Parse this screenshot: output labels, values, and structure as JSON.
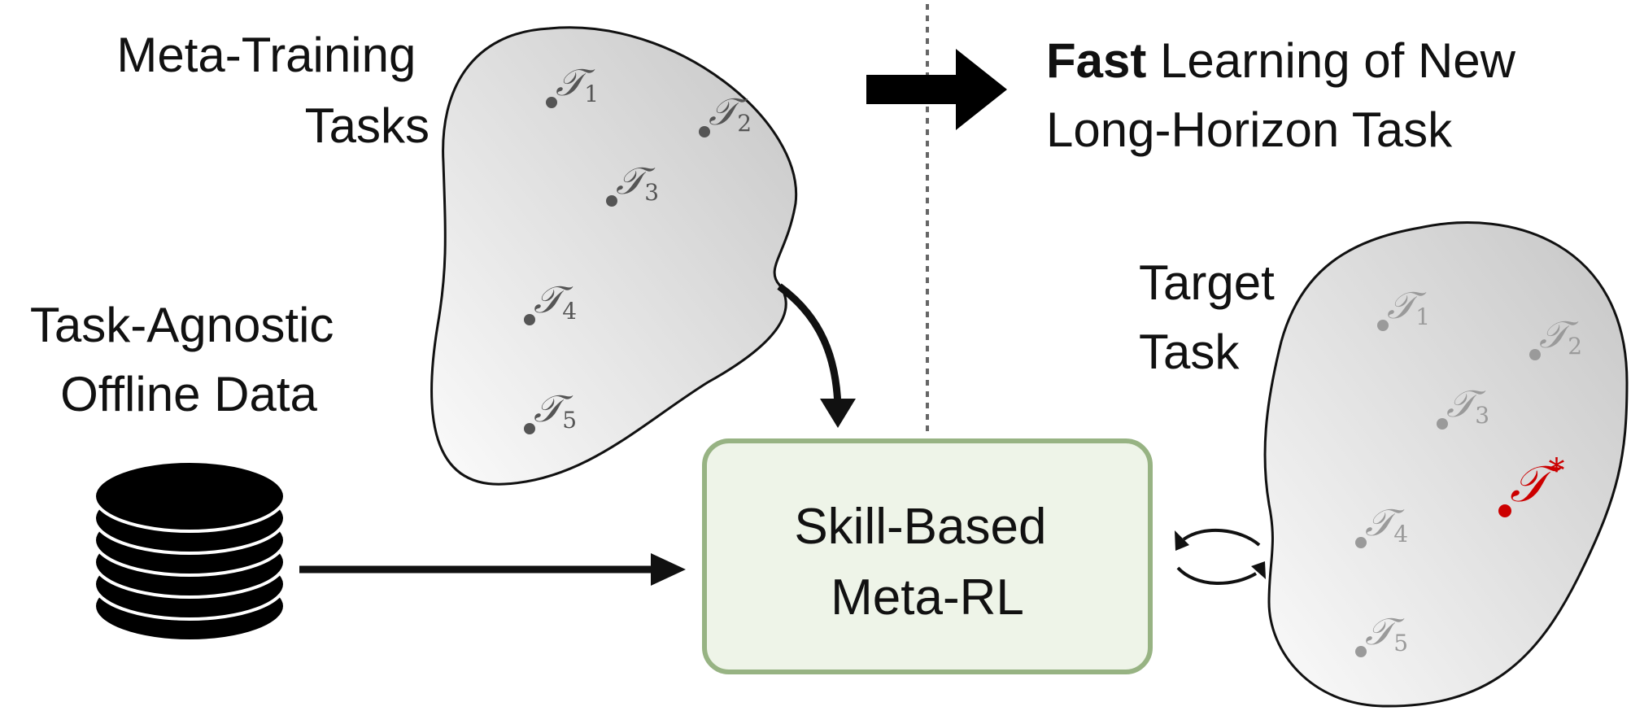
{
  "labels": {
    "meta_training": [
      "Meta-Training",
      "Tasks"
    ],
    "task_agnostic": [
      "Task-Agnostic",
      "Offline Data"
    ],
    "fast_bold": "Fast",
    "fast_rest": " Learning of New",
    "fast_line2": "Long-Horizon Task",
    "target": [
      "Target",
      "Task"
    ],
    "module": [
      "Skill-Based",
      "Meta-RL"
    ]
  },
  "task_symbol": "𝒯",
  "meta_tasks": [
    {
      "sub": "1"
    },
    {
      "sub": "2"
    },
    {
      "sub": "3"
    },
    {
      "sub": "4"
    },
    {
      "sub": "5"
    }
  ],
  "target_tasks": [
    {
      "sub": "1"
    },
    {
      "sub": "2"
    },
    {
      "sub": "3"
    },
    {
      "sub": "4"
    },
    {
      "sub": "5"
    }
  ],
  "target_highlight": {
    "symbol": "𝒯",
    "superscript": "*"
  },
  "colors": {
    "module_fill": "#eef4e8",
    "module_border": "#97b383",
    "highlight": "#cc0000",
    "dot_dark": "#555555",
    "dot_faded": "#9a9a9a",
    "blob_stroke": "#111111"
  },
  "icons": {
    "database": "database-icon",
    "arrow_thick": "thick-arrow-right-icon",
    "cycle": "cycle-arrows-icon"
  }
}
